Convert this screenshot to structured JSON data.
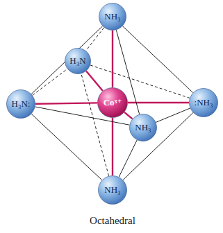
{
  "diagram": {
    "caption": "Octahedral",
    "nodes": [
      {
        "text": [
          "NH₃"
        ]
      },
      {
        "text": [
          "H₃N"
        ]
      },
      {
        "text": [
          "H₃N:"
        ]
      },
      {
        "text": [
          "Co³⁺"
        ]
      },
      {
        "text": [
          ":NH₃"
        ]
      },
      {
        "text": [
          "NH₃"
        ]
      },
      {
        "text": [
          "NH₃"
        ]
      }
    ],
    "edges": [
      {
        "from": 3,
        "to": 0,
        "arrow": "none"
      },
      {
        "from": 3,
        "to": 1,
        "arrow": "none"
      },
      {
        "from": 3,
        "to": 2,
        "arrow": "none"
      },
      {
        "from": 3,
        "to": 4,
        "arrow": "none"
      },
      {
        "from": 3,
        "to": 5,
        "arrow": "none"
      },
      {
        "from": 3,
        "to": 6,
        "arrow": "none"
      },
      {
        "from": 0,
        "to": 2,
        "arrow": "none"
      },
      {
        "from": 0,
        "to": 4,
        "arrow": "none"
      },
      {
        "from": 0,
        "to": 5,
        "arrow": "none"
      },
      {
        "from": 6,
        "to": 2,
        "arrow": "none"
      },
      {
        "from": 6,
        "to": 4,
        "arrow": "none"
      },
      {
        "from": 6,
        "to": 5,
        "arrow": "none"
      },
      {
        "from": 2,
        "to": 5,
        "arrow": "none"
      },
      {
        "from": 5,
        "to": 4,
        "arrow": "none"
      },
      {
        "from": 0,
        "to": 1,
        "arrow": "none"
      },
      {
        "from": 6,
        "to": 1,
        "arrow": "none"
      },
      {
        "from": 2,
        "to": 1,
        "arrow": "none"
      },
      {
        "from": 1,
        "to": 4,
        "arrow": "none"
      }
    ]
  }
}
